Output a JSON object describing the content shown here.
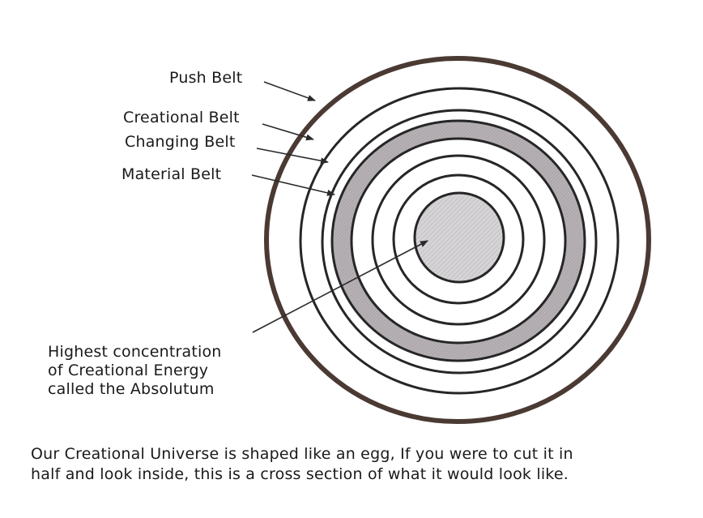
{
  "labels": {
    "push_belt": "Push Belt",
    "creational_belt": "Creational Belt",
    "changing_belt": "Changing Belt",
    "material_belt": "Material Belt",
    "absolutum": [
      "Highest concentration",
      "of Creational Energy",
      "called the Absolutum"
    ]
  },
  "caption": [
    "Our Creational Universe is shaped like an egg, If you were to cut it in",
    "half and look inside, this is a cross section of what it would look like."
  ],
  "colors": {
    "outline": "#4a3a33",
    "ring": "#262626",
    "shaded_band": "#b3aeb2",
    "core": "#d2d0d2",
    "text": "#1a1a1a"
  }
}
